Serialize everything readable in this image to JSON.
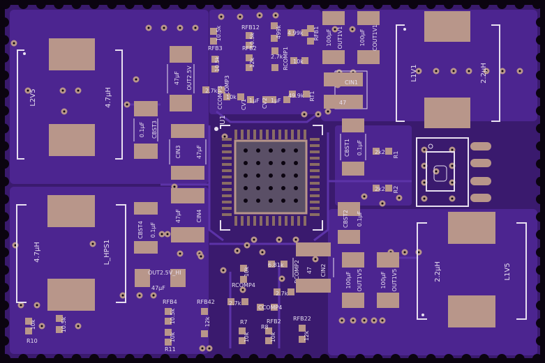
{
  "colors": {
    "board": "#3a1a6e",
    "pour": "#4c2590",
    "trace": "#5c33a8",
    "pad": "#b8968a",
    "padDark": "#8a6d64",
    "hole": "#0b0410",
    "silk": "#e8e0f0",
    "edge": "#0b0410",
    "ic": "#5a4f66"
  },
  "labels": {
    "l2v5": "L2V5",
    "l2v5_val": "4.7µH",
    "cbst3": "CBST3",
    "cbst3_val": "0.1µF",
    "out25": "OUT2.5V",
    "out25_val": "47µF",
    "cin3": "CIN3",
    "cin3_val": "47µF",
    "rfb3": "RFB3",
    "rfb3_val": "10.5k",
    "rfb12": "RFB12",
    "rfb12_val": "10.5k",
    "rfb2": "RFB2",
    "rfb2_val": "12k",
    "r27k_a": "2.7k",
    "rcomp3": "RCOMP3",
    "ccomp3": "CCOMP3",
    "r1k_a": "10k",
    "cv1": "CV1",
    "cv1_val": "1µF",
    "cv2": "CV2",
    "cv2_val": "1µF",
    "r499k": "499k",
    "r4_99k": "4.99k",
    "r49_9k": "49.9k",
    "rfb1": "RFB1",
    "rt1": "RT1",
    "rcomp1": "RCOMP1",
    "r10k_b": "10k",
    "out1v1": "OUT1V1",
    "out1v1_val": "100µF",
    "cout1": "COUT1V1",
    "cout1_val": "100µF",
    "cin1": "CIN1",
    "cin1_val": "47",
    "l1v1": "L1V1",
    "l1v1_val": "2.2µH",
    "u1": "U1",
    "cbst1": "CBST1",
    "cbst1_val": "0.1µF",
    "r1": "R1",
    "r1_val": "2k2",
    "r2": "R2",
    "r2_val": "2k2",
    "cbst2": "CBST2",
    "cbst2_val": "0.1µF",
    "l_hps1": "L_HPS1",
    "l_hps1_val": "4.7µH",
    "cbst4": "CBST4",
    "cbst4_val": "0.1µF",
    "cin4": "CIN4",
    "cin4_val": "47µF",
    "out25hi": "OUT2.5V_HI",
    "out25hi_val": "47µF",
    "r10": "R10",
    "r10_val": "10k",
    "rfb4": "RFB4",
    "rfb4_val": "10.5k",
    "r11": "R11",
    "r11_val": "10k",
    "rfb42": "RFB42",
    "rfb42_val": "12k",
    "rcomp4": "RCOMP4",
    "rcomp4_val": "10k",
    "r27k_c": "2.7k",
    "ccomp4": "CCOMP4",
    "r7": "R7",
    "r8": "R8",
    "rfb2b": "RFB2",
    "rfb22": "RFB22",
    "r8_val": "10k",
    "r7_val": "10k",
    "rcomp2": "RCOMP2",
    "r6_81k": "6.81k",
    "cin2": "CIN2",
    "cin2_val": "47",
    "out1v5": "OUT1V5",
    "out1v5_val": "100µF",
    "out1v5b": "OUT1V5",
    "out1v5b_val": "100µF",
    "l1v5": "L1V5",
    "l1v5_val": "2.2µH"
  }
}
